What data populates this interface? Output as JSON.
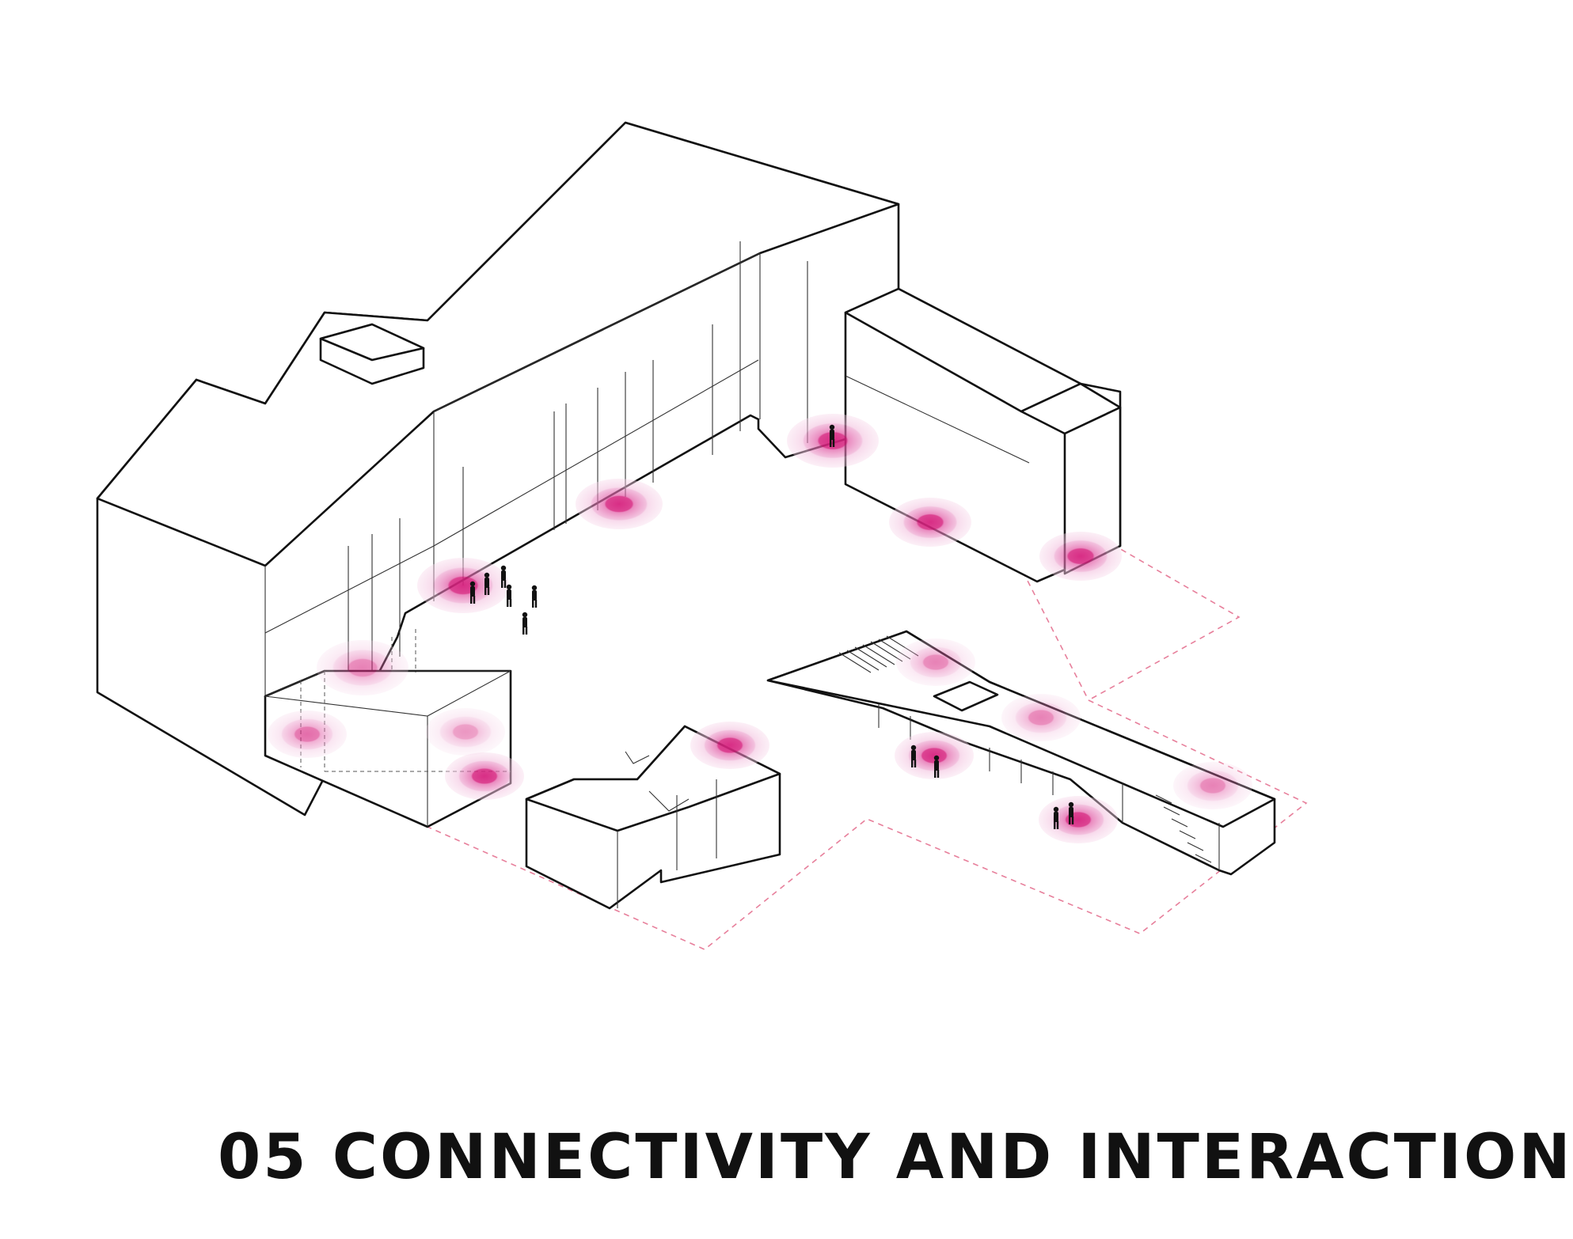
{
  "title": "05 CONNECTIVITY AND INTERACTION",
  "colors": {
    "background": "#ffffff",
    "outline": "#111111",
    "interaction_core": "#d6237f",
    "interaction_halo": "#f2bcdc",
    "site_boundary": "#e77f9b"
  },
  "legend_semantics": {
    "pink_concentric_circles": "interaction zones",
    "dashed_pink_line": "site boundary",
    "black_figures": "people"
  }
}
